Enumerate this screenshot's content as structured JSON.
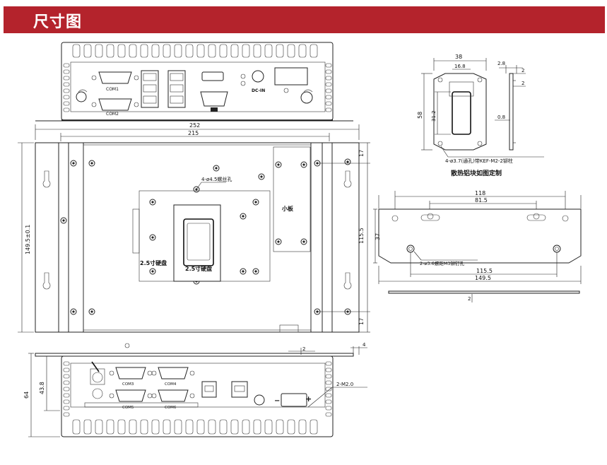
{
  "header": {
    "title": "尺寸图",
    "bg_color": "#b4232c",
    "text_color": "#ffffff"
  },
  "top_view": {
    "ports": {
      "com1": "COM1",
      "com2": "COM2",
      "dcin": "DC-IN"
    }
  },
  "main_view": {
    "dim_total_width": "252",
    "dim_hole_width": "215",
    "dim_left_height": "149.5±0.1",
    "dim_right_height": "115.5",
    "dim_top_17": "17",
    "dim_bottom_17": "17",
    "hole_note": "4-ø4.5螺丝孔",
    "label_small_board": "小板",
    "label_hdd_left": "2.5寸硬盘",
    "label_hdd_center": "2.5寸硬盘"
  },
  "heatsink": {
    "dim_38": "38",
    "dim_16_8": "16.8",
    "dim_58": "58",
    "dim_31_2": "31.2",
    "dim_2_8": "2.8",
    "dim_2a": "2",
    "dim_2b": "2",
    "dim_0_8": "0.8",
    "note_holes": "4-ø3.7(通孔)带KEF-M2-2铆柱",
    "caption": "散热铝块如图定制"
  },
  "bracket": {
    "dim_118": "118",
    "dim_81_5": "81.5",
    "dim_37": "37",
    "dim_115_5": "115.5",
    "dim_149_5": "149.5",
    "dim_2": "2",
    "note_holes": "2-ø3.6螺距M3铆钉孔"
  },
  "bottom_view": {
    "dim_64": "64",
    "dim_43_8": "43.8",
    "dim_2": "2",
    "dim_4": "4",
    "note_m2": "2-M2.0",
    "ports": {
      "com3": "COM3",
      "com4": "COM4",
      "com5": "COM5",
      "com6": "COM6"
    },
    "minus": "−",
    "plus": "+"
  }
}
